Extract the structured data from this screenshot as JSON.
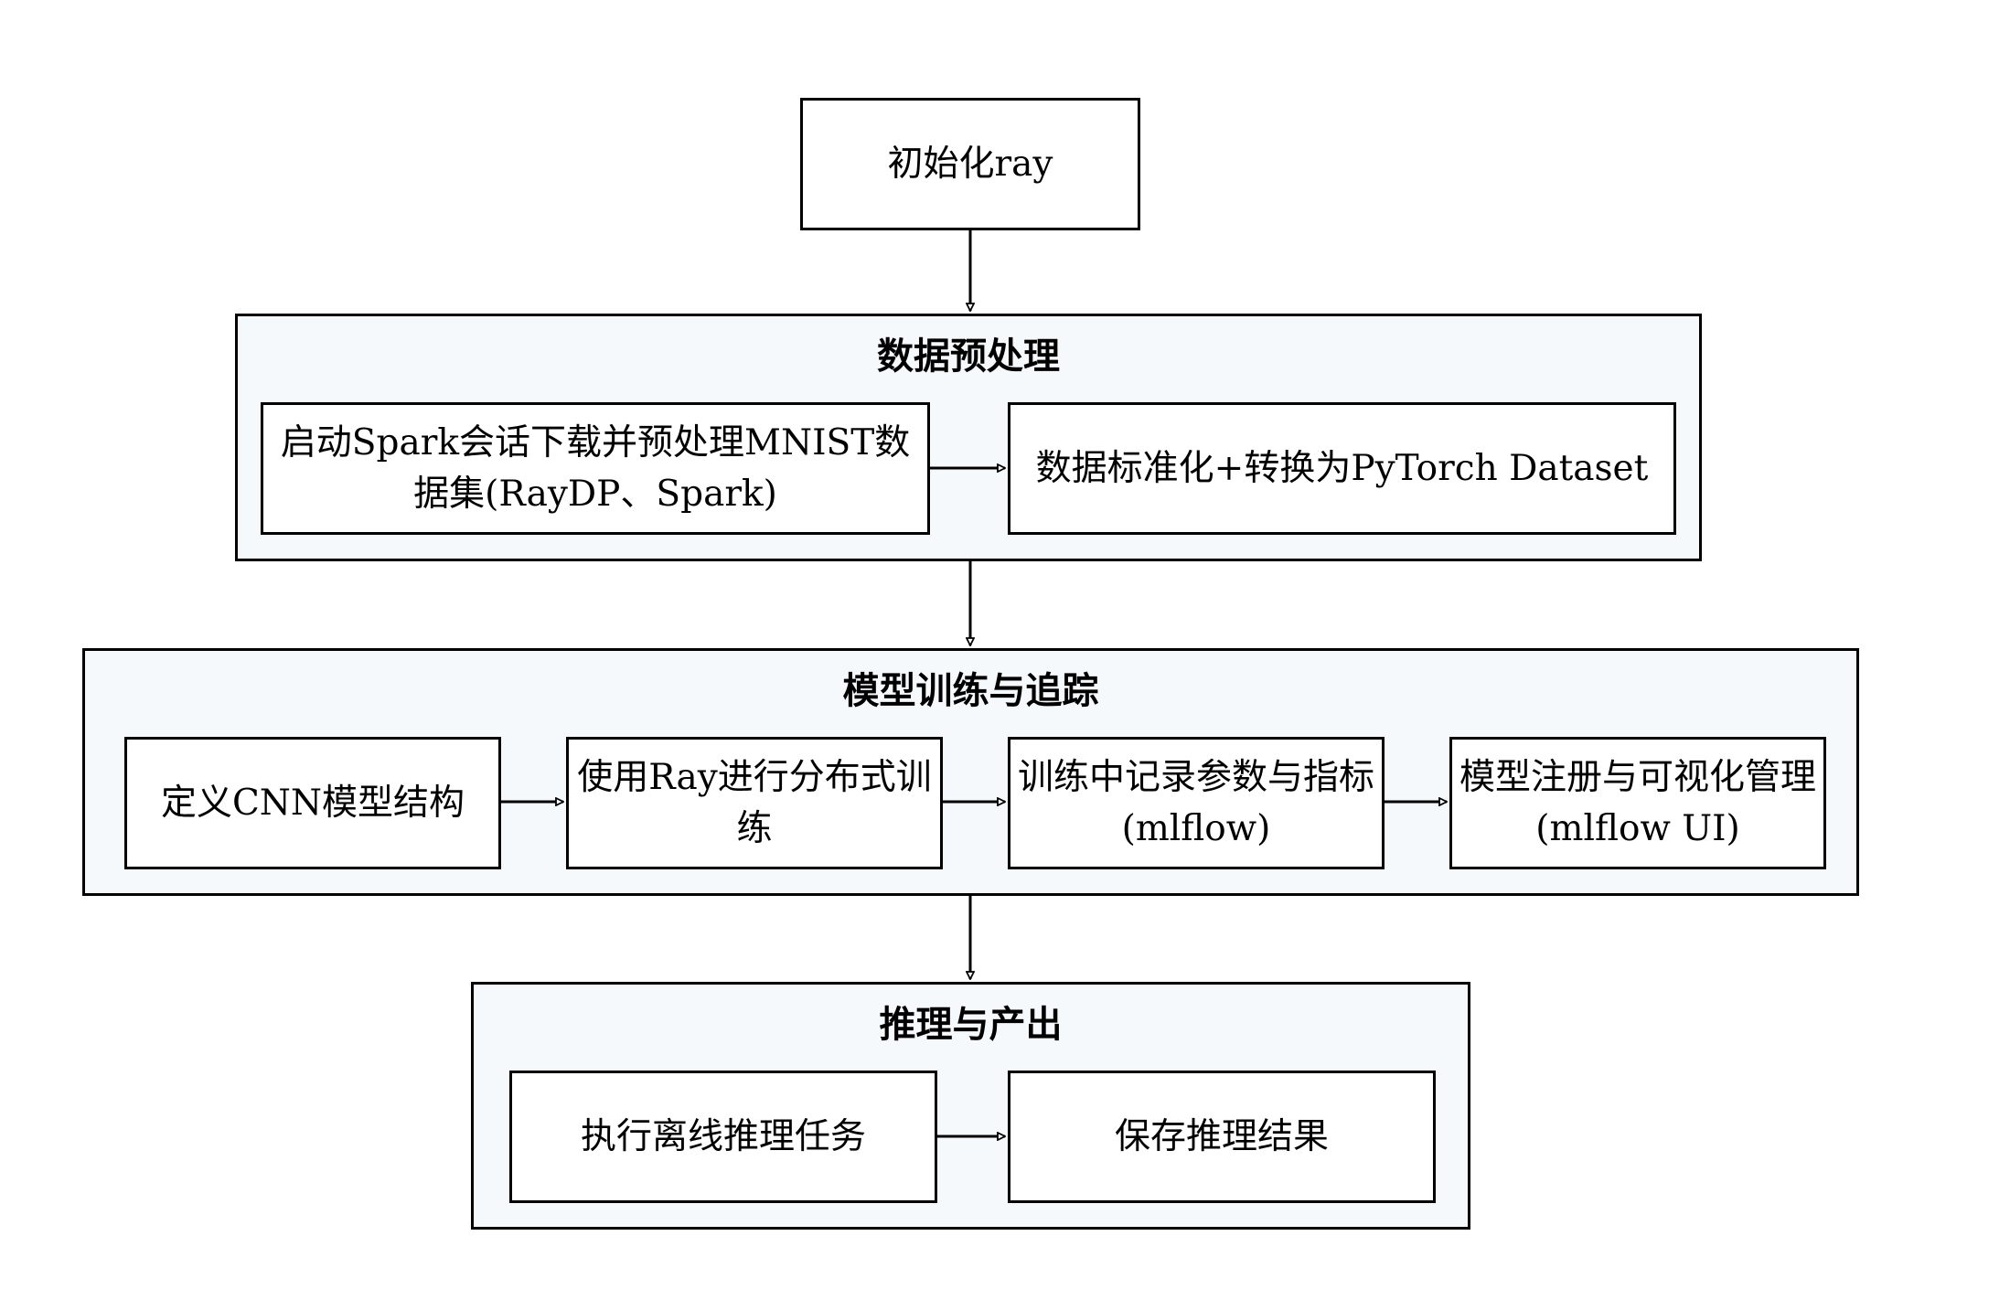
{
  "nodes": {
    "init_ray": "初始化ray",
    "spark_session": "启动Spark会话下载并预处理MNIST数据集(RayDP、Spark)",
    "normalize": "数据标准化+转换为PyTorch Dataset",
    "define_cnn": "定义CNN模型结构",
    "distributed_training": "使用Ray进行分布式训练",
    "log_metrics": "训练中记录参数与指标(mlflow)",
    "register_model": "模型注册与可视化管理(mlflow UI)",
    "offline_inference": "执行离线推理任务",
    "save_results": "保存推理结果"
  },
  "groups": {
    "preprocessing": "数据预处理",
    "training": "模型训练与追踪",
    "inference": "推理与产出"
  },
  "colors": {
    "group_fill": "#f5f9fc",
    "node_fill": "#ffffff",
    "stroke": "#000000"
  }
}
